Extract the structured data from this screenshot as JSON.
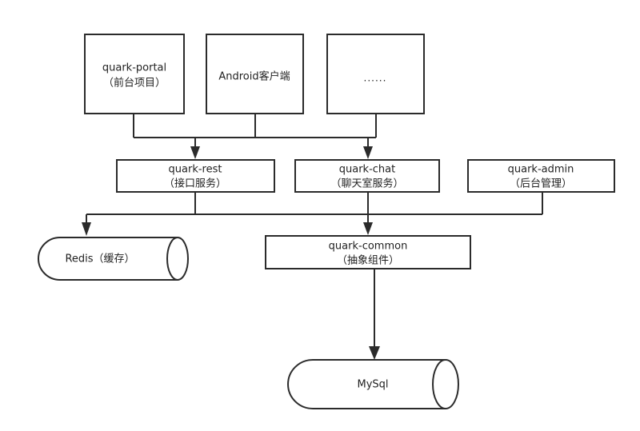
{
  "diagram": {
    "type": "architecture-flow",
    "title": "",
    "background_color": "#ffffff",
    "stroke_color": "#2b2b2b",
    "text_color": "#1f1f1f",
    "nodes": [
      {
        "id": "quark-portal",
        "shape": "rectangle",
        "line1": "quark-portal",
        "line2": "（前台项目）"
      },
      {
        "id": "android-client",
        "shape": "rectangle",
        "line1": "Android客户端",
        "line2": ""
      },
      {
        "id": "more-clients",
        "shape": "rectangle",
        "line1": "......",
        "line2": ""
      },
      {
        "id": "quark-rest",
        "shape": "rectangle",
        "line1": "quark-rest",
        "line2": "（接口服务）"
      },
      {
        "id": "quark-chat",
        "shape": "rectangle",
        "line1": "quark-chat",
        "line2": "（聊天室服务）"
      },
      {
        "id": "quark-admin",
        "shape": "rectangle",
        "line1": "quark-admin",
        "line2": "（后台管理）"
      },
      {
        "id": "redis",
        "shape": "cylinder",
        "line1": "Redis（缓存）",
        "line2": ""
      },
      {
        "id": "quark-common",
        "shape": "rectangle",
        "line1": "quark-common",
        "line2": "（抽象组件）"
      },
      {
        "id": "mysql",
        "shape": "cylinder",
        "line1": "MySql",
        "line2": ""
      }
    ],
    "edges": [
      {
        "from": "quark-portal",
        "to": "quark-rest"
      },
      {
        "from": "android-client",
        "to": "quark-rest"
      },
      {
        "from": "android-client",
        "to": "quark-chat"
      },
      {
        "from": "more-clients",
        "to": "quark-chat"
      },
      {
        "from": "quark-rest",
        "to": "redis"
      },
      {
        "from": "quark-rest",
        "to": "quark-common"
      },
      {
        "from": "quark-chat",
        "to": "redis"
      },
      {
        "from": "quark-chat",
        "to": "quark-common"
      },
      {
        "from": "quark-admin",
        "to": "quark-common"
      },
      {
        "from": "quark-common",
        "to": "mysql"
      }
    ]
  }
}
